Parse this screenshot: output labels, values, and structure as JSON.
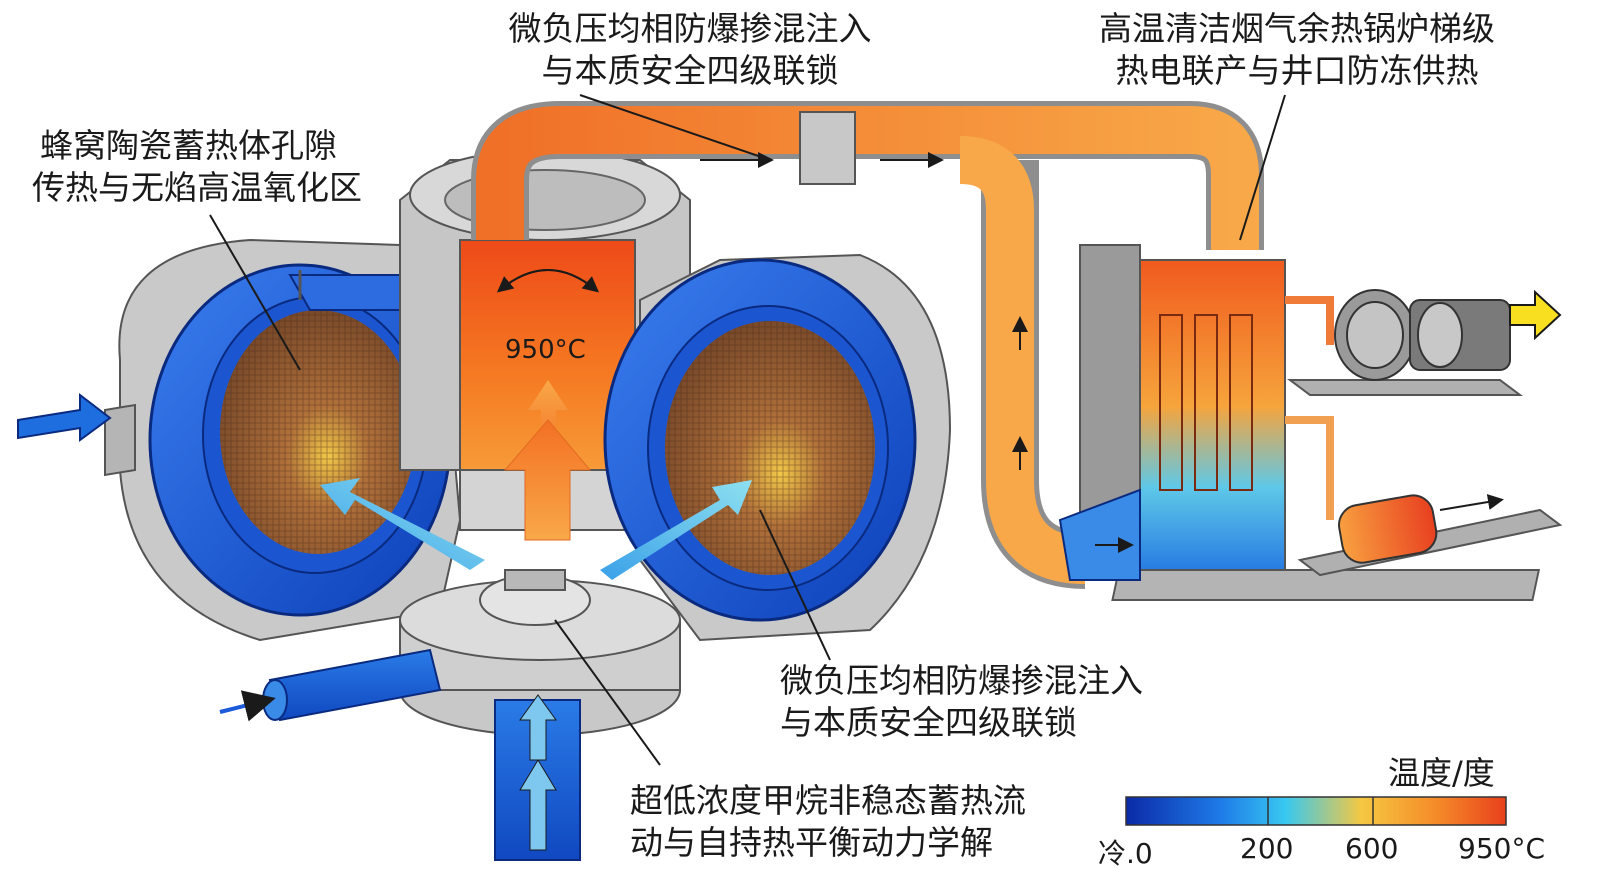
{
  "labels": {
    "top_center": [
      "微负压均相防爆掺混注入",
      "与本质安全四级联锁"
    ],
    "top_right": [
      "高温清洁烟气余热锅炉梯级",
      "热电联产与井口防冻供热"
    ],
    "left": [
      "蜂窝陶瓷蓄热体孔隙",
      "传热与无焰高温氧化区"
    ],
    "bottom_right": [
      "微负压均相防爆掺混注入",
      "与本质安全四级联锁"
    ],
    "bottom_center": [
      "超低浓度甲烷非稳态蓄热流",
      "动与自持热平衡动力学解"
    ]
  },
  "chamber_temperature": "950°C",
  "legend": {
    "title": "温度/度",
    "ticks": [
      "冷.0",
      "200",
      "600",
      "950°C"
    ],
    "colors": [
      "#0b2aa8",
      "#1e7be8",
      "#38c8f0",
      "#f5c842",
      "#f58a28",
      "#e8401c"
    ]
  }
}
